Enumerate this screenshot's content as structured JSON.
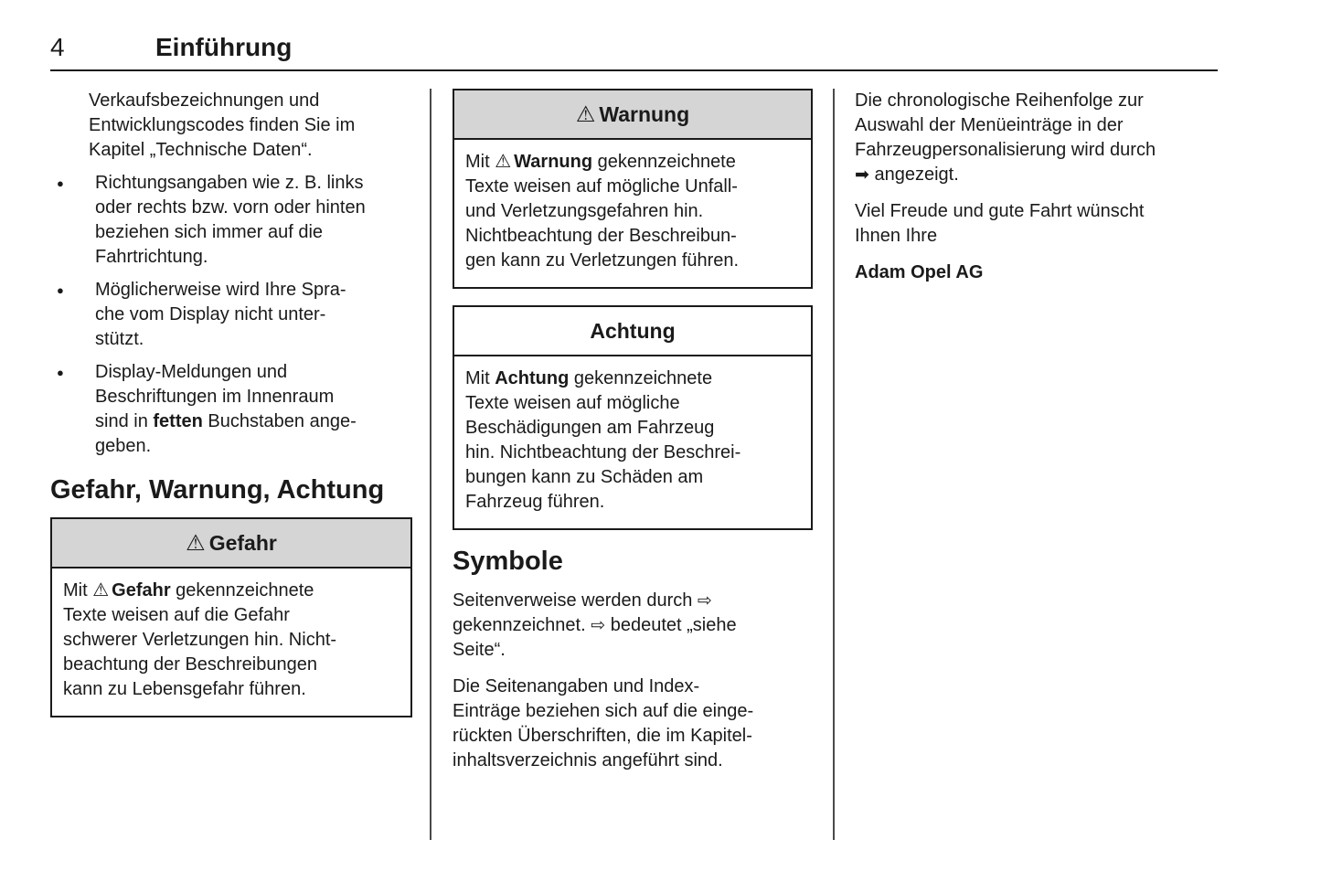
{
  "header": {
    "page_number": "4",
    "chapter": "Einführung"
  },
  "icons": {
    "bullet": "●",
    "warning_triangle": "⚠",
    "page_ref_arrow": "⇨",
    "menu_sequence_arrow": "➡"
  },
  "colors": {
    "box_header_gray": "#d5d5d5",
    "text": "#1a1a1a"
  },
  "col1": {
    "intro": "Verkaufsbezeichnungen und\nEntwicklungscodes finden Sie im\nKapitel „Technische Daten“.",
    "bullet1": "Richtungsangaben wie z. B. links\noder rechts bzw. vorn oder hinten\nbeziehen sich immer auf die\nFahrtrichtung.",
    "bullet2": "Möglicherweise wird Ihre Spra-\nche vom Display nicht unter-\nstützt.",
    "bullet3_pre": "Display-Meldungen und\nBeschriftungen im Innenraum\nsind in ",
    "bullet3_bold": "fetten",
    "bullet3_post": " Buchstaben ange-\ngeben.",
    "section_heading": "Gefahr, Warnung, Achtung",
    "gefahr_box": {
      "title": "Gefahr",
      "body_pre": "Mit ",
      "body_bold": "Gefahr",
      "body_post": " gekennzeichnete\nTexte weisen auf die Gefahr\nschwerer Verletzungen hin. Nicht-\nbeachtung der Beschreibungen\nkann zu Lebensgefahr führen."
    }
  },
  "col2": {
    "warnung_box": {
      "title": "Warnung",
      "body_pre": "Mit ",
      "body_bold": "Warnung",
      "body_post": " gekennzeichnete\nTexte weisen auf mögliche Unfall-\nund Verletzungsgefahren hin.\nNichtbeachtung der Beschreibun-\ngen kann zu Verletzungen führen."
    },
    "achtung_box": {
      "title": "Achtung",
      "body_pre": "Mit ",
      "body_bold": "Achtung",
      "body_post": " gekennzeichnete\nTexte weisen auf mögliche\nBeschädigungen am Fahrzeug\nhin. Nichtbeachtung der Beschrei-\nbungen kann zu Schäden am\nFahrzeug führen."
    },
    "symbole": {
      "heading": "Symbole",
      "p1_pre": "Seitenverweise werden durch ",
      "p1_mid": "\ngekennzeichnet. ",
      "p1_post": " bedeutet „siehe\nSeite“.",
      "p2": "Die Seitenangaben und Index-\nEinträge beziehen sich auf die einge-\nrückten Überschriften, die im Kapitel-\ninhaltsverzeichnis angeführt sind."
    }
  },
  "col3": {
    "p1_pre": "Die chronologische Reihenfolge zur\nAuswahl der Menüeinträge in der\nFahrzeugpersonalisierung wird durch\n",
    "p1_post": " angezeigt.",
    "p2": "Viel Freude und gute Fahrt wünscht\nIhnen Ihre",
    "signature": "Adam Opel AG"
  }
}
